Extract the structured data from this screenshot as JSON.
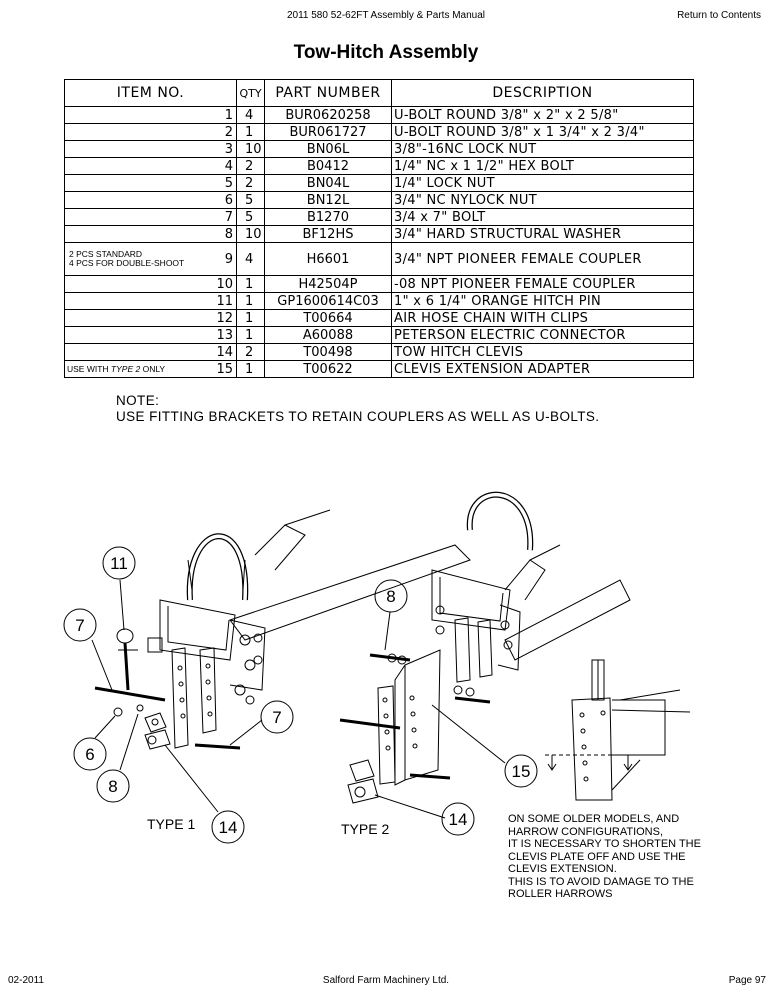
{
  "header": {
    "doc_title": "2011 580 52-62FT Assembly & Parts Manual",
    "link": "Return to Contents"
  },
  "page_title": "Tow-Hitch Assembly",
  "table": {
    "headers": {
      "item": "ITEM NO.",
      "qty": "QTY",
      "part": "PART NUMBER",
      "desc": "DESCRIPTION"
    },
    "rows": [
      {
        "item": "1",
        "qty": "4",
        "part": "BUR0620258",
        "desc": "U-BOLT ROUND 3/8\" x 2\" x 2 5/8\""
      },
      {
        "item": "2",
        "qty": "1",
        "part": "BUR061727",
        "desc": "U-BOLT ROUND 3/8\" x 1 3/4\" x 2 3/4\""
      },
      {
        "item": "3",
        "qty": "10",
        "part": "BN06L",
        "desc": "3/8\"-16NC LOCK NUT"
      },
      {
        "item": "4",
        "qty": "2",
        "part": "B0412",
        "desc": "1/4\" NC x 1 1/2\" HEX BOLT"
      },
      {
        "item": "5",
        "qty": "2",
        "part": "BN04L",
        "desc": "1/4\" LOCK NUT"
      },
      {
        "item": "6",
        "qty": "5",
        "part": "BN12L",
        "desc": "3/4\" NC NYLOCK NUT"
      },
      {
        "item": "7",
        "qty": "5",
        "part": "B1270",
        "desc": "3/4 x 7\" BOLT"
      },
      {
        "item": "8",
        "qty": "10",
        "part": "BF12HS",
        "desc": "3/4\" HARD STRUCTURAL WASHER"
      },
      {
        "item": "9",
        "qty": "4",
        "part": "H6601",
        "desc": "3/4\" NPT PIONEER FEMALE COUPLER",
        "note_line1": "2 PCS STANDARD",
        "note_line2": "4 PCS FOR DOUBLE-SHOOT"
      },
      {
        "item": "10",
        "qty": "1",
        "part": "H42504P",
        "desc": "-08 NPT PIONEER FEMALE COUPLER"
      },
      {
        "item": "11",
        "qty": "1",
        "part": "GP1600614C03",
        "desc": "1\" x 6 1/4\" ORANGE HITCH PIN"
      },
      {
        "item": "12",
        "qty": "1",
        "part": "T00664",
        "desc": "AIR HOSE CHAIN WITH CLIPS"
      },
      {
        "item": "13",
        "qty": "1",
        "part": "A60088",
        "desc": "PETERSON ELECTRIC CONNECTOR"
      },
      {
        "item": "14",
        "qty": "2",
        "part": "T00498",
        "desc": "TOW HITCH CLEVIS"
      },
      {
        "item": "15",
        "qty": "1",
        "part": "T00622",
        "desc": "CLEVIS EXTENSION ADAPTER",
        "note_pre": "USE WITH ",
        "note_em": "TYPE 2",
        "note_post": " ONLY"
      }
    ]
  },
  "note": {
    "line1": "NOTE:",
    "line2": "USE FITTING BRACKETS TO RETAIN COUPLERS AS WELL AS U-BOLTS."
  },
  "diagram": {
    "type1_label": "TYPE 1",
    "type2_label": "TYPE 2",
    "callouts": {
      "c11": "11",
      "c7a": "7",
      "c6": "6",
      "c8a": "8",
      "c7b": "7",
      "c14a": "14",
      "c8b": "8",
      "c15": "15",
      "c14b": "14"
    }
  },
  "side_note": [
    "ON SOME OLDER MODELS,  AND",
    "HARROW CONFIGURATIONS,",
    "IT IS NECESSARY TO SHORTEN THE",
    "CLEVIS PLATE OFF AND USE THE",
    "CLEVIS EXTENSION.",
    "THIS IS TO AVOID DAMAGE TO THE",
    "ROLLER HARROWS"
  ],
  "footer": {
    "date": "02-2011",
    "company": "Salford Farm Machinery Ltd.",
    "page": "Page 97"
  }
}
